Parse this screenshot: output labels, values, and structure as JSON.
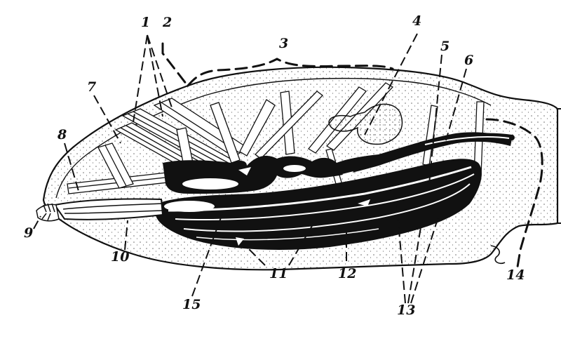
{
  "figure": {
    "labels": [
      "1",
      "2",
      "3",
      "4",
      "5",
      "6",
      "7",
      "8",
      "9",
      "10",
      "11",
      "12",
      "13",
      "14",
      "15"
    ]
  },
  "colors": {
    "ink": "#111111",
    "paper": "#ffffff",
    "stipple": "#6a6a6a"
  }
}
